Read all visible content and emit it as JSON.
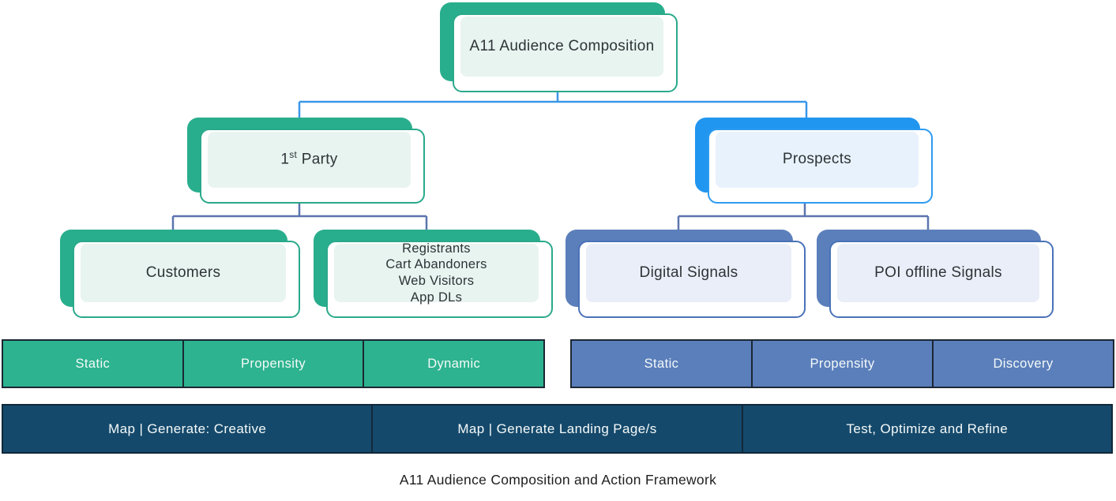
{
  "title": "A11 Audience Composition and Action Framework",
  "tree": {
    "root": {
      "label": "A11 Audience Composition"
    },
    "first_party": {
      "num": "1",
      "sup": "st",
      "rest": " Party"
    },
    "prospects": {
      "label": "Prospects"
    },
    "customers": {
      "label": "Customers"
    },
    "registrants": {
      "lines": [
        "Registrants",
        "Cart Abandoners",
        "Web Visitors",
        "App DLs"
      ]
    },
    "digital_signals": {
      "label": "Digital Signals"
    },
    "poi_signals": {
      "label": "POI offline Signals"
    }
  },
  "bars": {
    "first_party_modes": {
      "cells": [
        "Static",
        "Propensity",
        "Dynamic"
      ]
    },
    "prospect_modes": {
      "cells": [
        "Static",
        "Propensity",
        "Discovery"
      ]
    },
    "actions": {
      "cells": [
        "Map | Generate: Creative",
        "Map | Generate Landing Page/s",
        "Test, Optimize and Refine"
      ]
    }
  },
  "colors": {
    "green_solid": "#29ae8d",
    "green_fill": "#e8f4f0",
    "bright_blue_solid": "#2196f0",
    "blue_fill": "#e8f2fc",
    "muted_blue_solid": "#5b7fbb",
    "muted_blue_fill": "#eaeef8",
    "green_bar": "#2db38f",
    "blue_bar": "#5b7fbb",
    "dark_bar": "#15496b",
    "top_connector": "#3a97e8",
    "sub_connector": "#5c75ae",
    "bar_border": "#1c2733"
  }
}
